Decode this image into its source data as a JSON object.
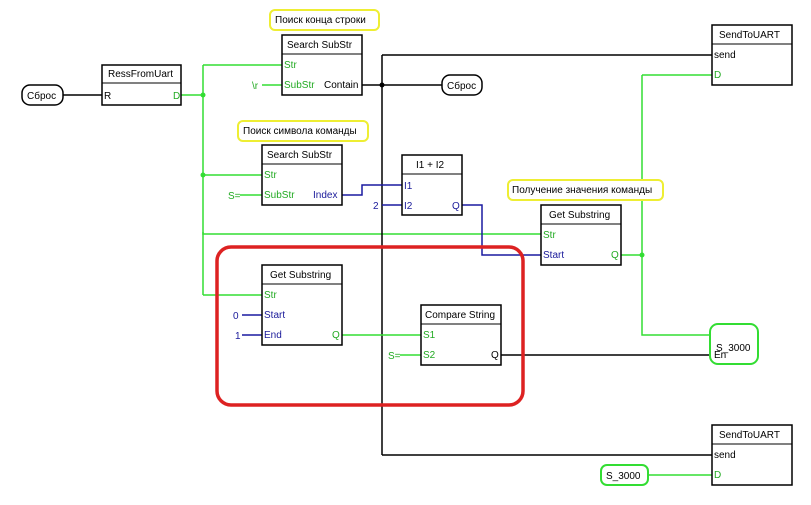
{
  "colors": {
    "bool_wire": "#33dd33",
    "int_wire": "#1a1aa0",
    "signal_wire": "#000000",
    "note_border": "#eeee33",
    "highlight": "#dd2222"
  },
  "notes": {
    "end_of_line": "Поиск конца строки",
    "command_symbol": "Поиск символа команды",
    "command_value": "Получение значения команды"
  },
  "blocks": {
    "ress_from_uart": {
      "title": "RessFromUart",
      "in_r": "R",
      "out_d": "D"
    },
    "search_substr_1": {
      "title": "Search SubStr",
      "in_str": "Str",
      "in_substr": "SubStr",
      "out": "Contain"
    },
    "search_substr_2": {
      "title": "Search SubStr",
      "in_str": "Str",
      "in_substr": "SubStr",
      "out": "Index"
    },
    "add": {
      "title": "I1 + I2",
      "in_1": "I1",
      "in_2": "I2",
      "out": "Q"
    },
    "get_substring_1": {
      "title": "Get Substring",
      "in_str": "Str",
      "in_start": "Start",
      "out": "Q"
    },
    "get_substring_2": {
      "title": "Get Substring",
      "in_str": "Str",
      "in_start": "Start",
      "in_end": "End",
      "out": "Q"
    },
    "compare_string": {
      "title": "Compare String",
      "in_s1": "S1",
      "in_s2": "S2",
      "out": "Q"
    },
    "send_to_uart_1": {
      "title": "SendToUART",
      "in_send": "send",
      "in_d": "D"
    },
    "send_to_uart_2": {
      "title": "SendToUART",
      "in_send": "send",
      "in_d": "D"
    }
  },
  "constants": {
    "newline": "\\r",
    "s_eq_1": "S=",
    "two": "2",
    "zero": "0",
    "one": "1",
    "s_eq_2": "S="
  },
  "pills": {
    "reset_in": "Сброс",
    "reset_out": "Сброс",
    "s3000_out": "S_3000",
    "s3000_out_en": "En",
    "s3000_in": "S_3000"
  }
}
